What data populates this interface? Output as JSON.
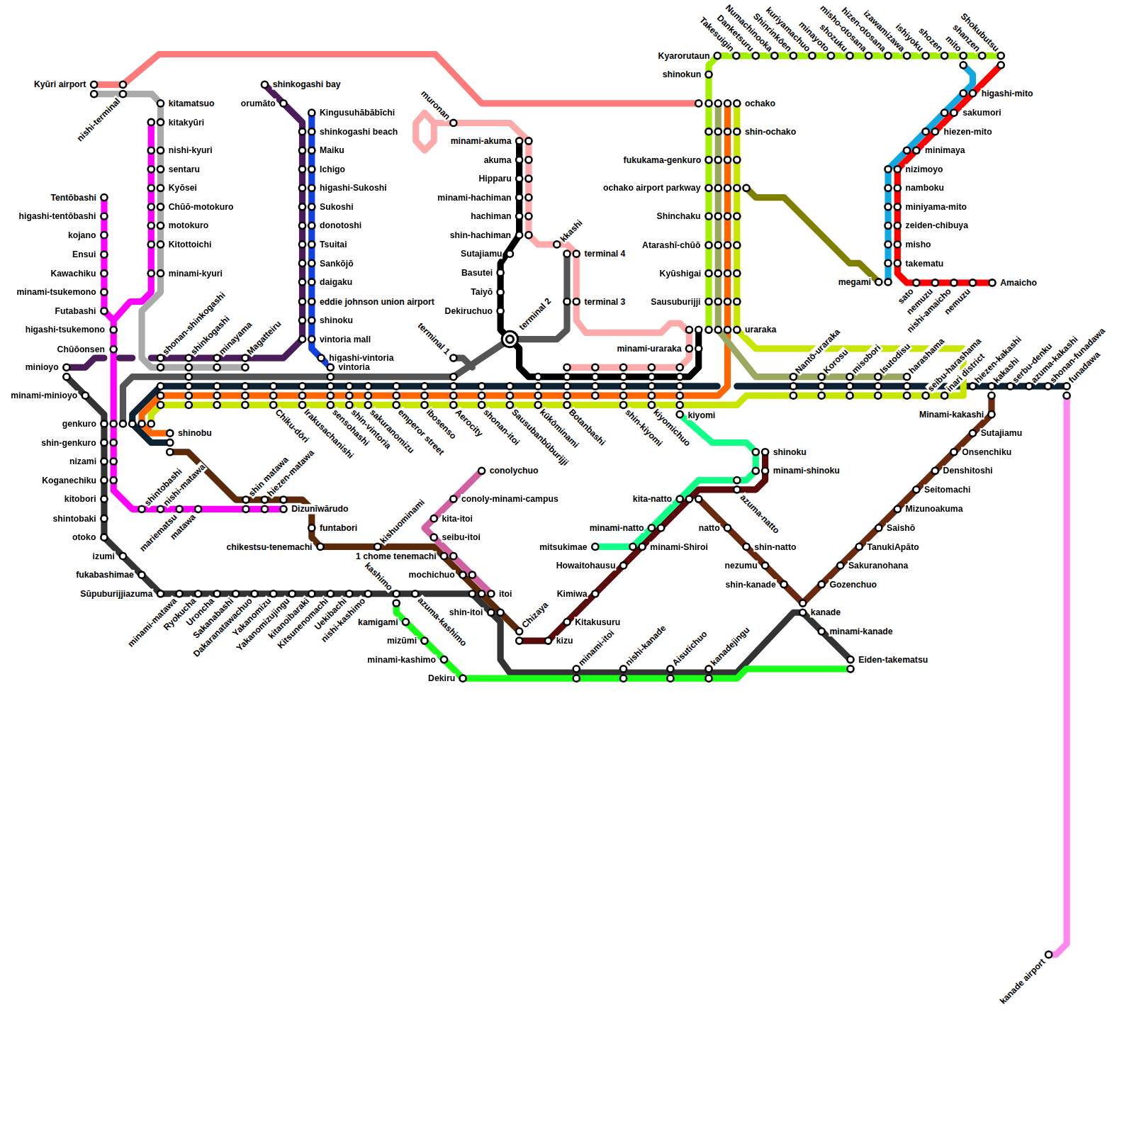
{
  "diagram": {
    "labels": [
      "Kyūri airport",
      "nishi-terminal",
      "kitamatsuo",
      "kitakyūri",
      "nishi-kyuri",
      "sentaru",
      "Kyōsei",
      "Chūō-motokuro",
      "motokuro",
      "Kitottoichi",
      "minami-kyuri",
      "Tentōbashi",
      "higashi-tentōbashi",
      "kojano",
      "Ensui",
      "Kawachiku",
      "minami-tsukemono",
      "Futabashi",
      "higashi-tsukemono",
      "Chūōonsen",
      "minioyo",
      "minami-minioyo",
      "genkuro",
      "shin-genkuro",
      "nizami",
      "Koganechiku",
      "kitobori",
      "shintobaki",
      "otoko",
      "izumi",
      "fukabashimae",
      "Sūpuburijjiazuma",
      "shinkogashi bay",
      "orumāto",
      "Kingusuhābābīchi",
      "shinkogashi beach",
      "Maiku",
      "Ichigo",
      "higashi-Sukoshi",
      "Sukoshi",
      "donotoshi",
      "Tsuitai",
      "Sankōjō",
      "daigaku",
      "eddie johnson union airport",
      "shinoku",
      "vintoria mall",
      "higashi-vintoria",
      "vintoria",
      "shonan-shinkogashi",
      "shinkogashi",
      "minayama",
      "Magatteiru",
      "Chiku-dōri",
      "Irakusachanishi",
      "sensohashi",
      "shin-vintoria",
      "sakuranomizu",
      "emperor street",
      "ibosenso",
      "Aerocity",
      "shonan-itoi",
      "Sausubanbūburijji",
      "kūkōminami",
      "Botanbashi",
      "shin-kiyomi",
      "kiyomichuo",
      "kiyomi",
      "terminal 1",
      "muronan",
      "minami-akuma",
      "akuma",
      "Hipparu",
      "minami-hachiman",
      "hachiman",
      "shin-hachiman",
      "Sutajiamu",
      "Basutei",
      "Taiyō",
      "Dekiruchuo",
      "terminal 2",
      "kkashi",
      "terminal 4",
      "terminal 3",
      "minami-uraraka",
      "Kyarorutaun",
      "Takesuigin",
      "Danketsuru",
      "Numachinooka",
      "Shinrinkōen",
      "kuriyamachuo",
      "minayoto",
      "shozuku",
      "misho-otosana",
      "hizen-otosana",
      "izawamizawa",
      "ishiyoku",
      "shozen",
      "mito",
      "shanzen",
      "Shokubutsu",
      "shinokun",
      "fukukama-genkuro",
      "ochako airport parkway",
      "Shinchaku",
      "Atarashī-chūō",
      "Kyūshigai",
      "Sausuburijji",
      "ochako",
      "shin-ochako",
      "uraraka",
      "megami",
      "higashi-mito",
      "sakumori",
      "hiezen-mito",
      "minimaya",
      "nizimoyo",
      "namboku",
      "miniyama-mito",
      "zeiden-chibuya",
      "misho",
      "takematu",
      "sato",
      "nemuzu",
      "nishi-amaicho",
      "nemuzu",
      "Amaicho",
      "Nantō-uraraka",
      "Korosu",
      "misobori",
      "Isutodisu",
      "harashama",
      "seibu-harashama",
      "inari district",
      "hiezen-kakashi",
      "kakashi",
      "serbu-denku",
      "azuma-kakashi",
      "shonan-funadawa",
      "funadawa",
      "Minami-kakashi",
      "Sutajiamu",
      "Onsenchiku",
      "Denshitoshi",
      "Seitomachi",
      "Mizunoakuma",
      "Saishō",
      "TanukiApāto",
      "Sakuranohana",
      "Gozenchuo",
      "kanade",
      "minami-kanade",
      "Eiden-takematsu",
      "kanade airport",
      "shinoku",
      "minami-shinoku",
      "azuma-natto",
      "kita-natto",
      "natto",
      "shin-natto",
      "nezumu",
      "shin-kanade",
      "minami-natto",
      "mitsukimae",
      "minami-Shiroi",
      "Howaitohausu",
      "Kimiwa",
      "Kitakusuru",
      "kizu",
      "minami-itoi",
      "nishi-kanade",
      "Aisutichuo",
      "kanadejingu",
      "conolychuo",
      "conoly-minami-campus",
      "kita-itoi",
      "seibu-itoi",
      "1 chome tenemachi",
      "mochichuo",
      "itoi",
      "shin-itoi",
      "Chizaya",
      "kishuominami",
      "chikestsu-tenemachi",
      "funtabori",
      "Dizunīwārudo",
      "shin matawa",
      "hiezen-matawa",
      "shinobu",
      "shintobashi",
      "nishi-matawa",
      "mariematsu",
      "matawa",
      "minami-matawa",
      "Ryokucha",
      "Uroncha",
      "Sakanabashi",
      "Dakaranatawachuo",
      "Yakanomizu",
      "Yakanomizujingu",
      "kitanoibaraki",
      "Kitsunenomachi",
      "Uekibachi",
      "nishi-kashimo",
      "kashimo",
      "azuma-kashimo",
      "kamigami",
      "mizūmi",
      "minami-kashimo",
      "Dekiru"
    ]
  }
}
